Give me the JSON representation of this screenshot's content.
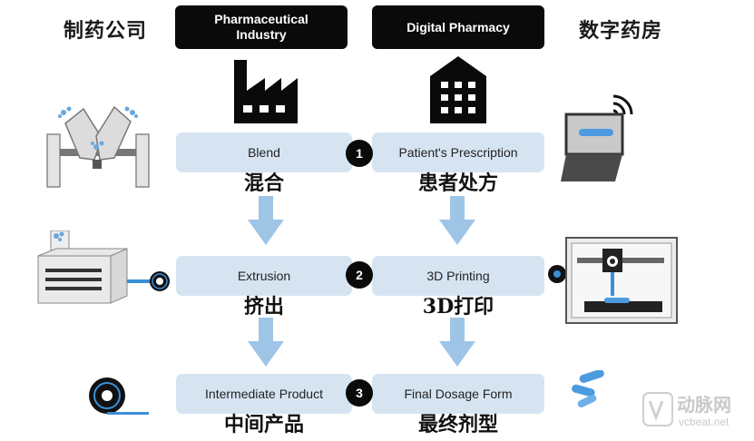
{
  "headers": {
    "left_cn": "制药公司",
    "right_cn": "数字药房",
    "left_box": "Pharmaceutical Industry",
    "right_box": "Digital Pharmacy"
  },
  "left_steps": [
    {
      "en": "Blend",
      "cn": "混合"
    },
    {
      "en": "Extrusion",
      "cn": "挤出"
    },
    {
      "en": "Intermediate Product",
      "cn": "中间产品"
    }
  ],
  "right_steps": [
    {
      "en": "Patient's Prescription",
      "cn": "患者处方"
    },
    {
      "en": "3D Printing",
      "cn": "3D打印"
    },
    {
      "en": "Final Dosage Form",
      "cn": "最终剂型"
    }
  ],
  "step_numbers": [
    "1",
    "2",
    "3"
  ],
  "icons": [
    "factory-icon",
    "pharmacy-building-icon",
    "v-blender-icon",
    "laptop-icon",
    "extruder-icon",
    "3d-printer-icon",
    "filament-spool-icon",
    "tablets-icon"
  ],
  "colors": {
    "box_fill": "#d6e4f2",
    "arrow": "#9ec5e6",
    "dark": "#0a0a0a",
    "blue_accent": "#3b8fd8"
  },
  "watermark": {
    "cn": "动脉网",
    "en": "vcbeat.net"
  }
}
